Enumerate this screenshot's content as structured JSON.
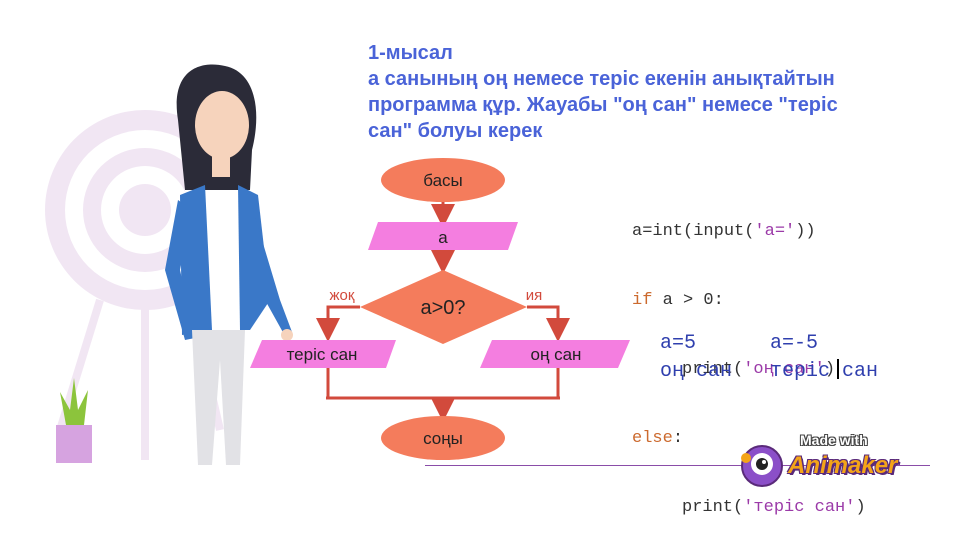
{
  "title": {
    "line1": "1-мысал",
    "line2": "а санының оң немесе теріс екенін анықтайтын",
    "line3": "программа құр. Жауабы \"оң сан\" немесе \"теріс",
    "line4": "сан\" болуы керек"
  },
  "flowchart": {
    "start_label": "басы",
    "input_label": "a",
    "condition_label": "a>0?",
    "no_label": "жоқ",
    "yes_label": "ия",
    "negative_label": "теріс сан",
    "positive_label": "оң сан",
    "end_label": "соңы"
  },
  "code": {
    "line1_prefix": "a=int(input(",
    "line1_str": "'a='",
    "line1_suffix": "))",
    "line2_kw": "if",
    "line2_rest": " a > 0:",
    "line3_fn": "print(",
    "line3_str": "'оң сан'",
    "line3_end": ")",
    "line4_kw": "else",
    "line4_rest": ":",
    "line5_fn": "print(",
    "line5_str": "'теріс сан'",
    "line5_end": ")"
  },
  "examples": {
    "input1": "a=5",
    "input2": "a=-5",
    "output1": "оң сан",
    "output2": "теріс сан"
  },
  "watermark": {
    "made_with": "Made with",
    "brand": "Animaker"
  },
  "colors": {
    "title": "#4a63d8",
    "terminal_fill": "#f47c5c",
    "process_fill": "#f47ee0",
    "arrow": "#d24a3c",
    "examples": "#2f3fae"
  }
}
